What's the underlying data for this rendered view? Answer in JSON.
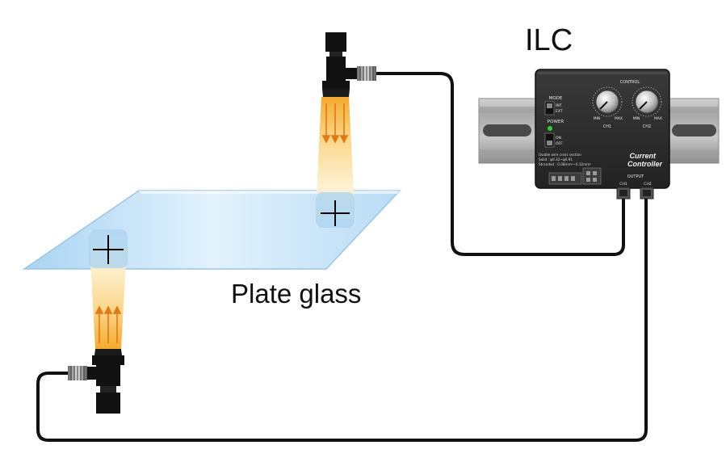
{
  "diagram": {
    "title": "ILC",
    "plate_label": "Plate glass",
    "controller": {
      "name_line1": "Current",
      "name_line2": "Controller",
      "control_label": "CONTROL",
      "knob_min": "MIN",
      "knob_max": "MAX",
      "ch1": "CH1",
      "ch2": "CH2",
      "mode_label": "MODE",
      "mode_int": "INT",
      "mode_ext": "EXT",
      "power_label": "POWER",
      "power_on": "ON",
      "power_off": "OFF",
      "spec_line1": "Usable wire cross section",
      "spec_line2": "Solid : φ0.32~φ0.91",
      "spec_line3": "Stranded : 0.08mm²~0.32mm²",
      "output_label": "OUTPUT",
      "out_ch1": "CH1",
      "out_ch2": "CH2"
    },
    "colors": {
      "cable": "#111111",
      "controller_body": "#2b2b2b",
      "rail": "#b9b9b9",
      "glass": "#cfe8fb",
      "light_warm": "#f6b64a",
      "light_cool": "#bfe0f7",
      "power_led": "#2fd12f"
    }
  }
}
